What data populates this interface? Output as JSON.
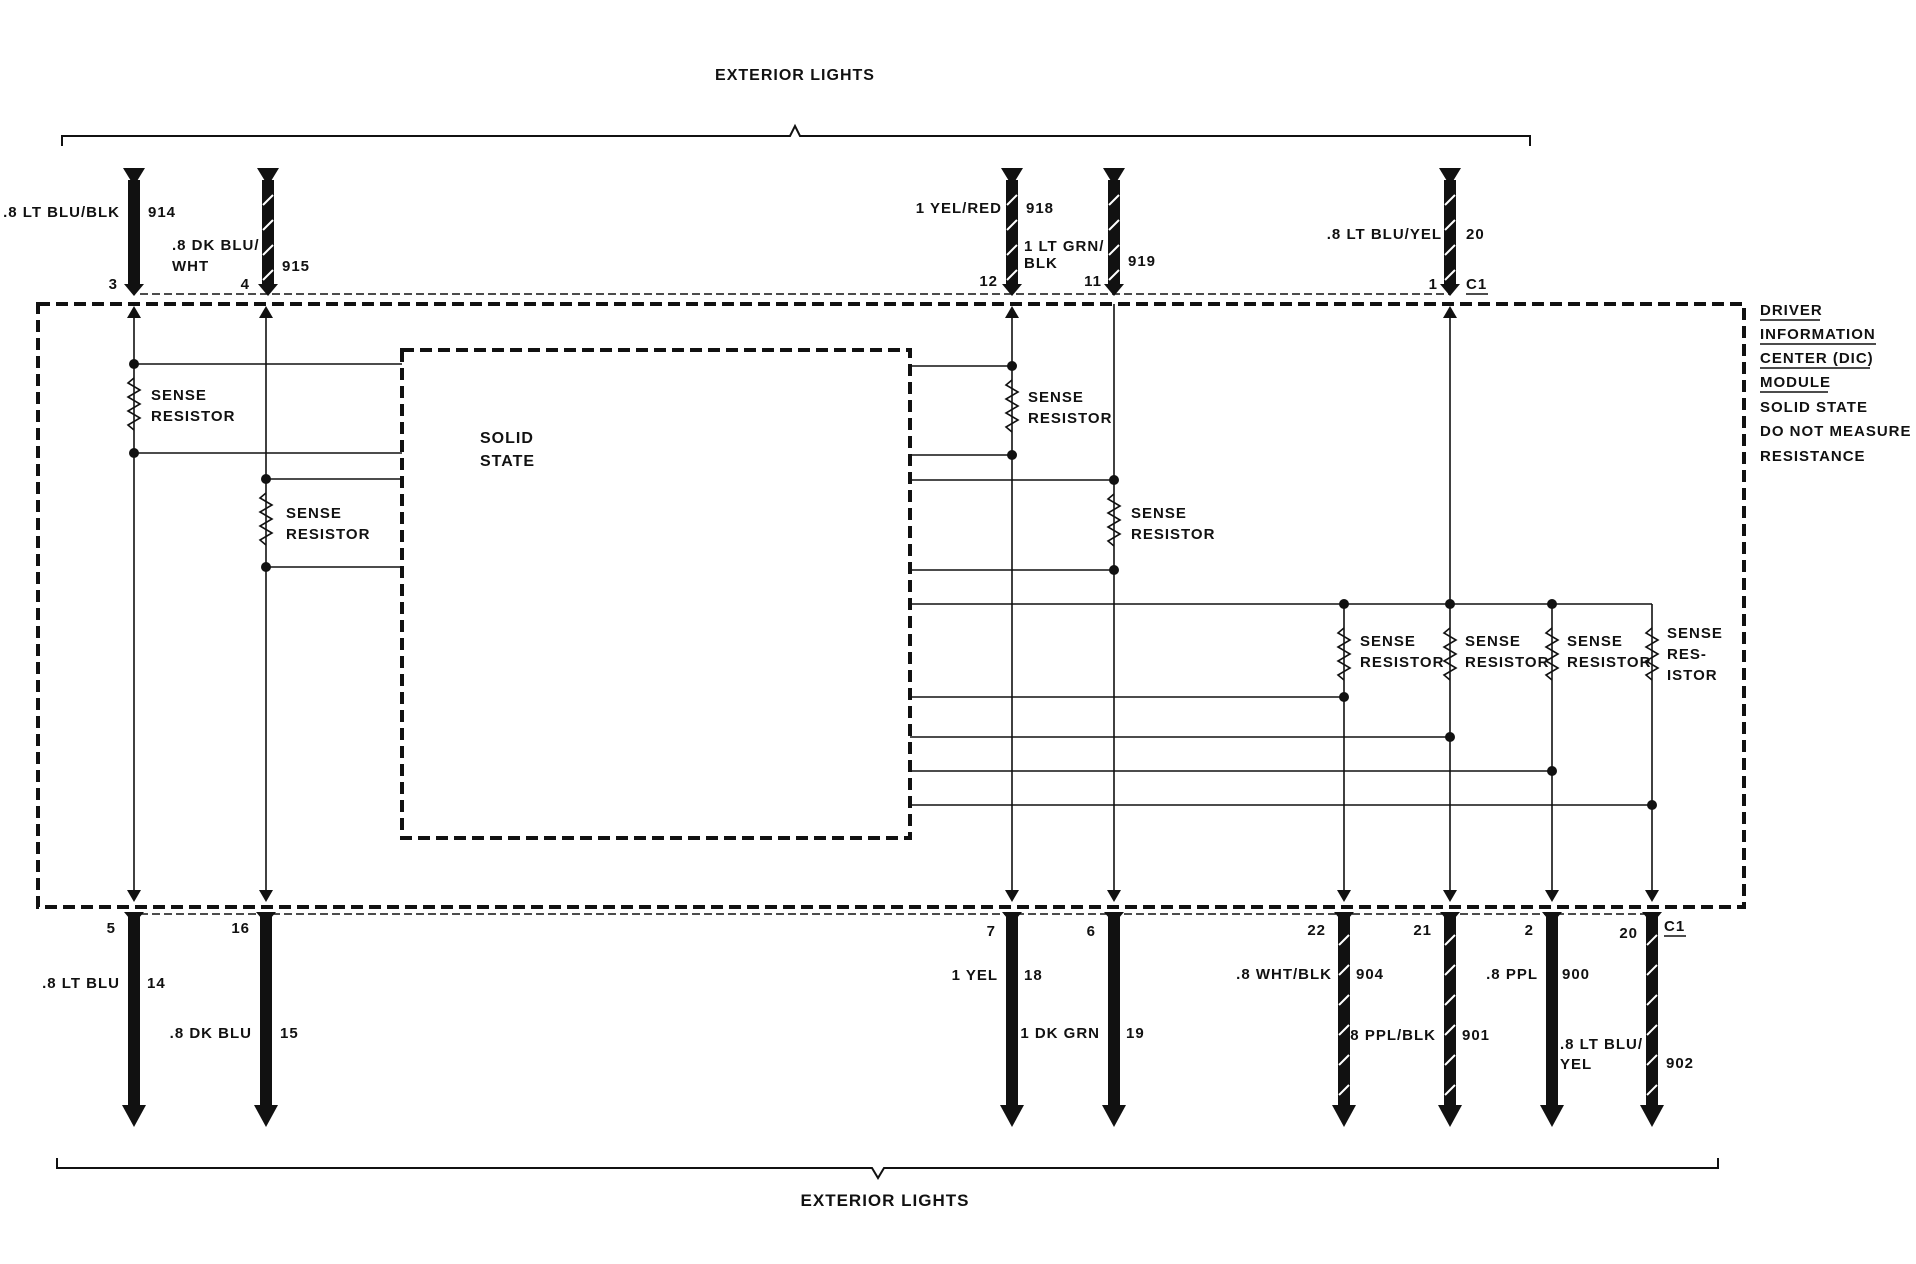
{
  "top_title": "EXTERIOR LIGHTS",
  "bottom_title": "EXTERIOR LIGHTS",
  "module_label": [
    "DRIVER",
    "INFORMATION",
    "CENTER (DIC)",
    "MODULE",
    "SOLID STATE",
    "DO NOT MEASURE",
    "RESISTANCE"
  ],
  "solid_state_label": [
    "SOLID",
    "STATE"
  ],
  "connector_id": "C1",
  "top_wires": [
    {
      "color": [
        ".8 LT BLU/BLK"
      ],
      "circuit": "914",
      "pin": "3",
      "striped": false
    },
    {
      "color": [
        ".8 DK BLU/",
        "WHT"
      ],
      "circuit": "915",
      "pin": "4",
      "striped": true
    },
    {
      "color": [
        "1 YEL/RED"
      ],
      "circuit": "918",
      "pin": "12",
      "striped": true
    },
    {
      "color": [
        "1 LT GRN/",
        "BLK"
      ],
      "circuit": "919",
      "pin": "11",
      "striped": true
    },
    {
      "color": [
        ".8 LT BLU/YEL"
      ],
      "circuit": "20",
      "pin": "1",
      "striped": true
    }
  ],
  "bottom_wires": [
    {
      "color": [
        ".8 LT BLU"
      ],
      "circuit": "14",
      "pin": "5",
      "striped": false
    },
    {
      "color": [
        ".8 DK BLU"
      ],
      "circuit": "15",
      "pin": "16",
      "striped": false
    },
    {
      "color": [
        "1 YEL"
      ],
      "circuit": "18",
      "pin": "7",
      "striped": false
    },
    {
      "color": [
        "1 DK GRN"
      ],
      "circuit": "19",
      "pin": "6",
      "striped": false
    },
    {
      "color": [
        ".8 WHT/BLK"
      ],
      "circuit": "904",
      "pin": "22",
      "striped": true
    },
    {
      "color": [
        ".8 PPL/BLK"
      ],
      "circuit": "901",
      "pin": "21",
      "striped": true
    },
    {
      "color": [
        ".8 PPL"
      ],
      "circuit": "900",
      "pin": "2",
      "striped": false
    },
    {
      "color": [
        ".8 LT BLU/",
        "YEL"
      ],
      "circuit": "902",
      "pin": "20",
      "striped": true
    }
  ],
  "resistor_labels": [
    [
      "SENSE",
      "RESISTOR"
    ],
    [
      "SENSE",
      "RESISTOR"
    ],
    [
      "SENSE",
      "RESISTOR"
    ],
    [
      "SENSE",
      "RESISTOR"
    ],
    [
      "SENSE",
      "RESISTOR"
    ],
    [
      "SENSE",
      "RESISTOR"
    ],
    [
      "SENSE",
      "RESISTOR"
    ],
    [
      "SENSE",
      "RES-",
      "ISTOR"
    ]
  ]
}
